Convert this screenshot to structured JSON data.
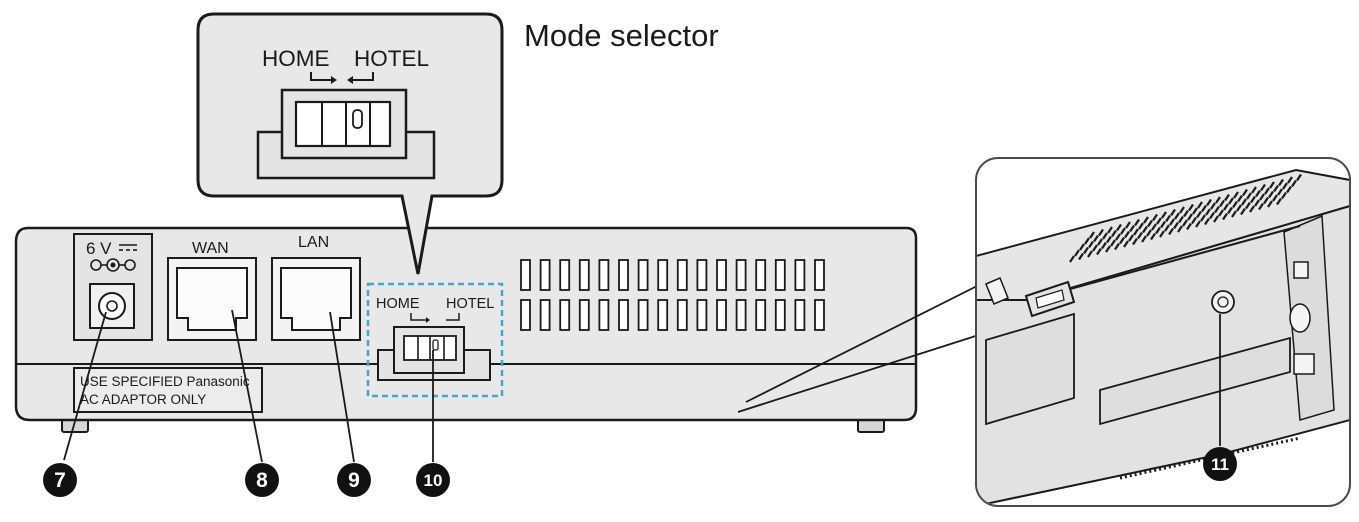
{
  "mode_selector": {
    "title": "Mode selector",
    "home_label": "HOME",
    "hotel_label": "HOTEL"
  },
  "device": {
    "power_label": "6 V",
    "wan_label": "WAN",
    "lan_label": "LAN",
    "warning_line1": "USE SPECIFIED Panasonic",
    "warning_line2": "AC ADAPTOR ONLY"
  },
  "callouts": [
    {
      "number": "7"
    },
    {
      "number": "8"
    },
    {
      "number": "9"
    },
    {
      "number": "10"
    },
    {
      "number": "11"
    }
  ],
  "colors": {
    "device_fill": "#e8e8e8",
    "outline": "#1a1a1a",
    "dashed_highlight": "#3fa7c9",
    "callout_fill": "#111111"
  }
}
